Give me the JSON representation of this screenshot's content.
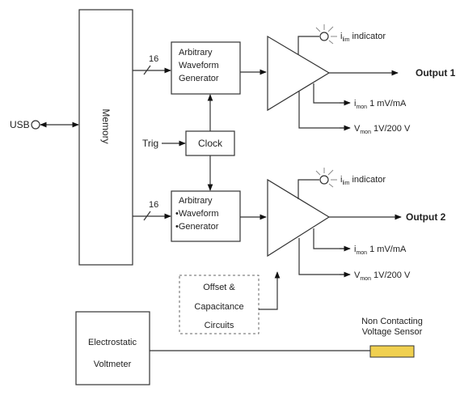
{
  "blocks": {
    "memory": "Memory",
    "awg1": [
      "Arbitrary",
      "Waveform",
      "Generator"
    ],
    "awg2": [
      "Arbitrary",
      "•Waveform",
      "•Generator"
    ],
    "clock": "Clock",
    "offset": [
      "Offset &",
      "Capacitance",
      "Circuits"
    ],
    "voltmeter": [
      "Electrostatic",
      "Voltmeter"
    ],
    "sensor": [
      "Non Contacting",
      "Voltage Sensor"
    ]
  },
  "labels": {
    "usb": "USB",
    "trig": "Trig",
    "bus_width_1": "16",
    "bus_width_2": "16",
    "output1": "Output 1",
    "output2": "Output 2",
    "ilim_main": "i",
    "ilim_sub": "lim",
    "ilim_rest": " indicator",
    "imon_main": "i",
    "imon_sub": "mon",
    "imon_rest": " 1 mV/mA",
    "vmon_main": "V",
    "vmon_sub": "mon",
    "vmon_rest": " 1V/200 V"
  },
  "colors": {
    "sensor_fill": "#f0d050",
    "line": "#333333"
  }
}
